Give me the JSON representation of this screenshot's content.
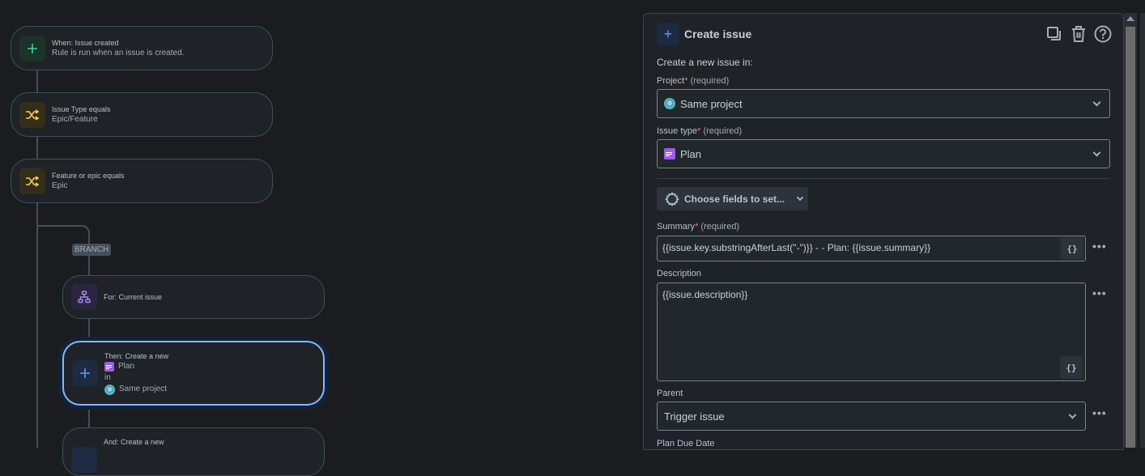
{
  "flow": {
    "nodes": [
      {
        "title": "When: Issue created",
        "sub": "Rule is run when an issue is created.",
        "icon": "plus-icon"
      },
      {
        "title": "Issue Type equals",
        "sub": "Epic/Feature",
        "icon": "shuffle-icon"
      },
      {
        "title": "Feature or epic equals",
        "sub": "Epic",
        "icon": "shuffle-icon"
      }
    ],
    "branch_label": "BRANCH",
    "branch_node": {
      "title": "For: Current issue",
      "icon": "hierarchy-icon"
    },
    "selected_node": {
      "title": "Then: Create a new",
      "issue_type": "Plan",
      "connector": "in",
      "project": "Same project",
      "icon": "plus-icon"
    },
    "next_node": {
      "title": "And: Create a new"
    }
  },
  "panel": {
    "title": "Create issue",
    "actions": [
      "copy-icon",
      "trash-icon",
      "help-icon"
    ],
    "intro": "Create a new issue in:",
    "project": {
      "label": "Project",
      "required_mark": "*",
      "required_text": "(required)",
      "value": "Same project"
    },
    "issue_type": {
      "label": "Issue type",
      "required_mark": "*",
      "required_text": "(required)",
      "value": "Plan"
    },
    "choose_fields": "Choose fields to set...",
    "summary": {
      "label": "Summary",
      "required_mark": "*",
      "required_text": "(required)",
      "value": "{{issue.key.substringAfterLast(\"-\")}} - - Plan: {{issue.summary}}"
    },
    "description": {
      "label": "Description",
      "value": "{{issue.description}}"
    },
    "parent": {
      "label": "Parent",
      "value": "Trigger issue"
    },
    "plan_due_date": {
      "label": "Plan Due Date"
    },
    "smart_value_label": "{}",
    "more_label": "•••"
  },
  "colors": {
    "accent": "#85b8ff",
    "plan": "#9f5ce6",
    "required": "#f87168",
    "trigger": "#4bce97",
    "condition": "#f5cd47",
    "branch": "#9f8fef"
  }
}
